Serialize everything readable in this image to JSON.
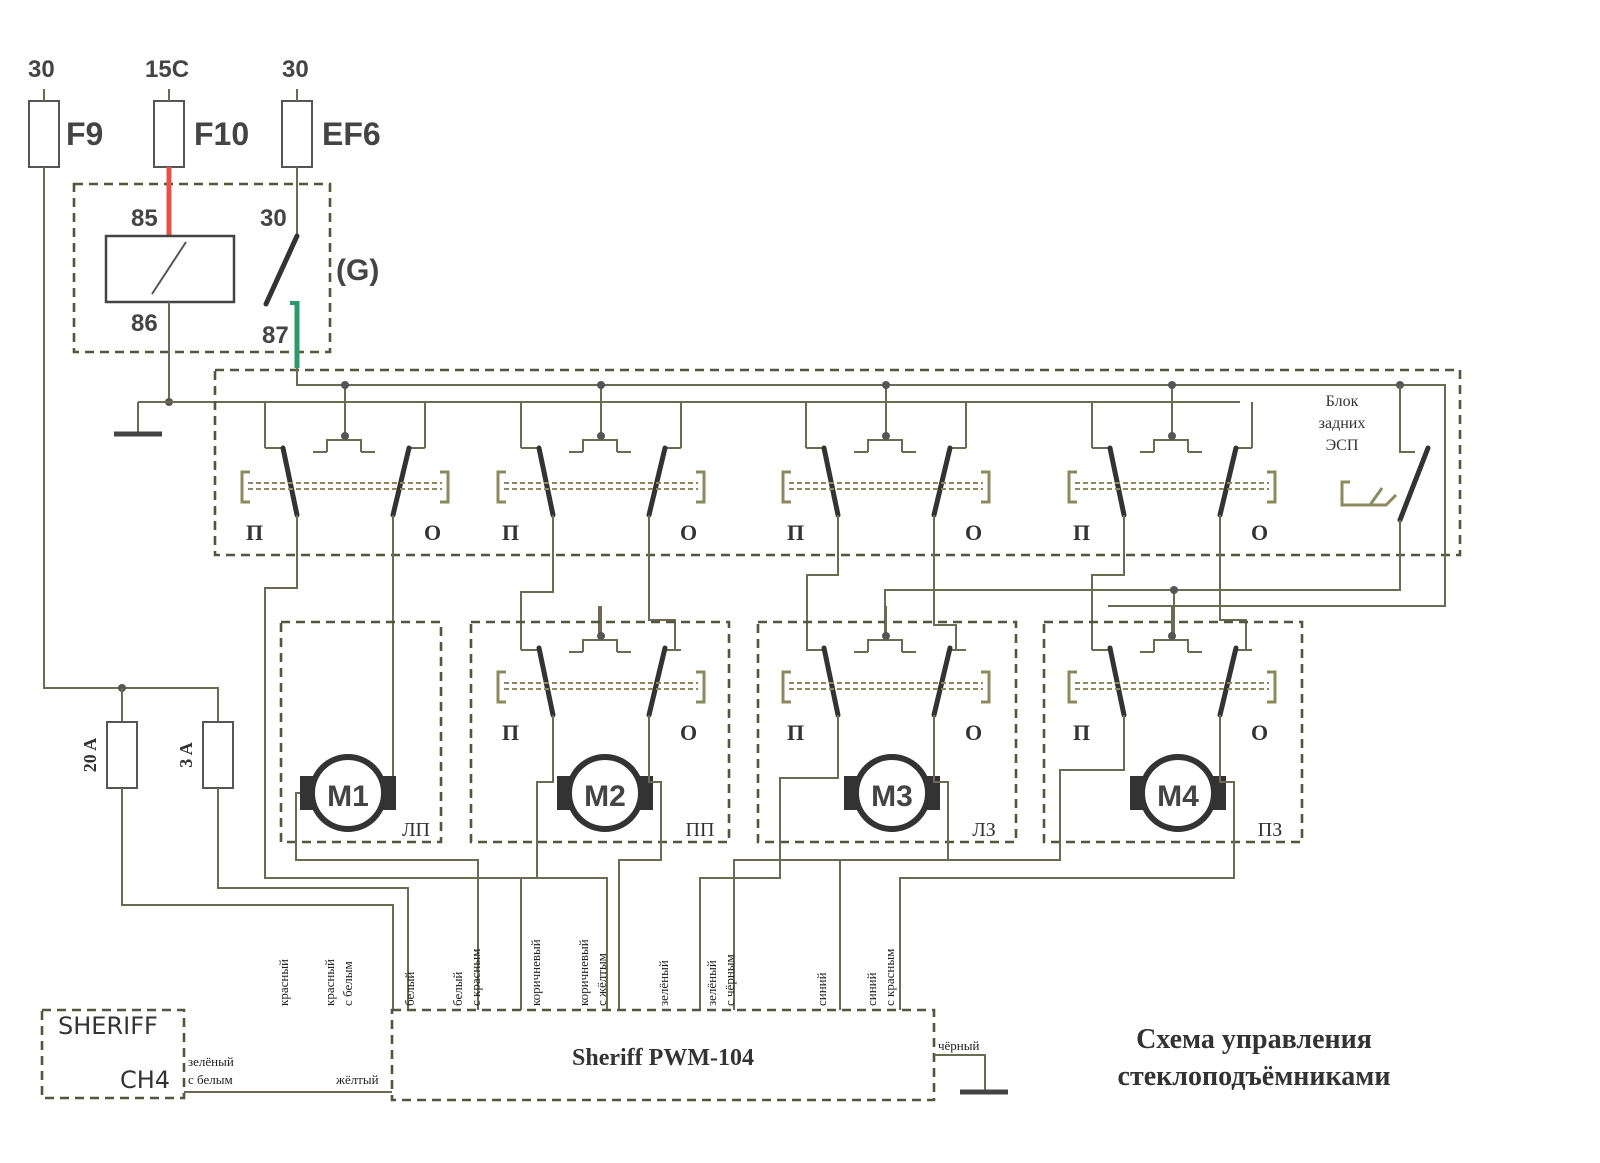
{
  "terminals": {
    "f9": "30",
    "f10": "15C",
    "ef6": "30"
  },
  "fuses": {
    "f9": "F9",
    "f10": "F10",
    "ef6": "EF6",
    "main": "20 A",
    "aux": "3 A"
  },
  "relay": {
    "pin85": "85",
    "pin86": "86",
    "pin30": "30",
    "pin87": "87",
    "name": "(G)"
  },
  "switch_labels": {
    "up": "П",
    "down": "О"
  },
  "rear_block": {
    "line1": "Блок",
    "line2": "задних",
    "line3": "ЭСП"
  },
  "motors": [
    {
      "label": "M1",
      "location": "ЛП"
    },
    {
      "label": "M2",
      "location": "ПП"
    },
    {
      "label": "M3",
      "location": "ЛЗ"
    },
    {
      "label": "M4",
      "location": "ПЗ"
    }
  ],
  "module": {
    "name": "Sheriff PWM-104"
  },
  "alarm": {
    "brand": "SHERIFF",
    "model": "CH4"
  },
  "wires": [
    {
      "line1": "красный",
      "line2": ""
    },
    {
      "line1": "красный",
      "line2": "с белым"
    },
    {
      "line1": "белый",
      "line2": ""
    },
    {
      "line1": "белый",
      "line2": "с красным"
    },
    {
      "line1": "коричневый",
      "line2": ""
    },
    {
      "line1": "коричневый",
      "line2": "с жёлтым"
    },
    {
      "line1": "зелёный",
      "line2": ""
    },
    {
      "line1": "зелёный",
      "line2": "с чёрным"
    },
    {
      "line1": "синий",
      "line2": ""
    },
    {
      "line1": "синий",
      "line2": "с красным"
    }
  ],
  "side_wires": {
    "green_white_1": "зелёный",
    "green_white_2": "с белым",
    "yellow": "жёлтый",
    "black": "чёрный"
  },
  "title": {
    "line1": "Схема управления",
    "line2": "стеклоподъёмниками"
  },
  "colors": {
    "wire": "#6b6a52",
    "relay_feed": "#e8504a",
    "relay_out": "#2a9a6a"
  }
}
